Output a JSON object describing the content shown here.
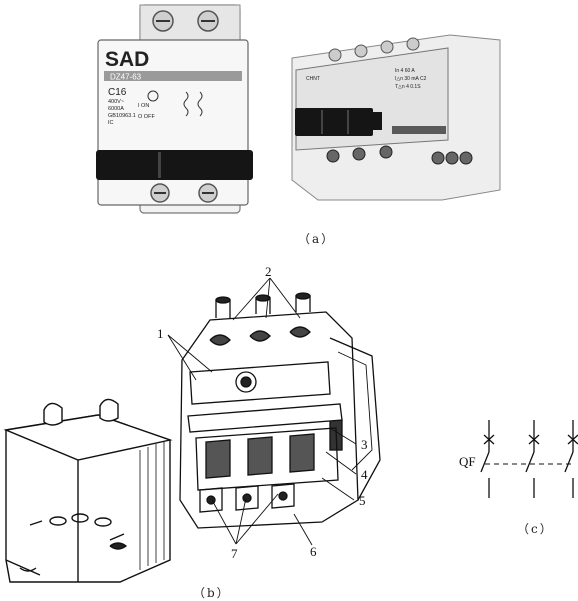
{
  "captions": {
    "a": "（a）",
    "b": "（b）",
    "c": "（c）"
  },
  "breaker_a": {
    "brand": "SAD",
    "model": "DZ47-63",
    "rating": "C16",
    "spec_lines": [
      "400V~",
      "6000A",
      "GB10963.1",
      "IC"
    ],
    "on_label": "I ON",
    "off_label": "O OFF"
  },
  "rcd_a": {
    "brand_mark": "CHNT",
    "specs": [
      "In 4 60 A",
      "I△n 30 mA C2",
      "T△n 4 0.1S"
    ]
  },
  "callouts": [
    "1",
    "2",
    "3",
    "4",
    "5",
    "6",
    "7"
  ],
  "symbol_c": {
    "label": "QF"
  }
}
